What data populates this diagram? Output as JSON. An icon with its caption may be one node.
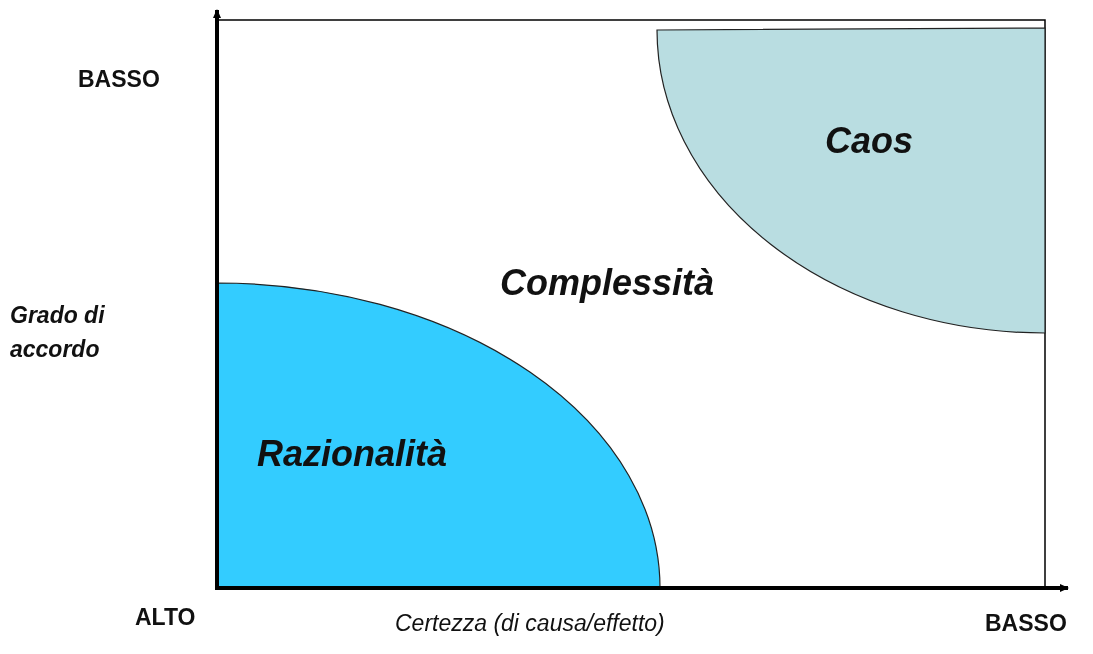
{
  "diagram": {
    "nodes": [
      {
        "text": [
          "Caos"
        ]
      },
      {
        "text": [
          "Razionalità"
        ]
      }
    ],
    "edges": [],
    "labels": [
      "BASSO",
      "Complessità",
      "Grado di accordo",
      "ALTO",
      "Certezza (di causa/effetto)",
      "BASSO"
    ]
  }
}
